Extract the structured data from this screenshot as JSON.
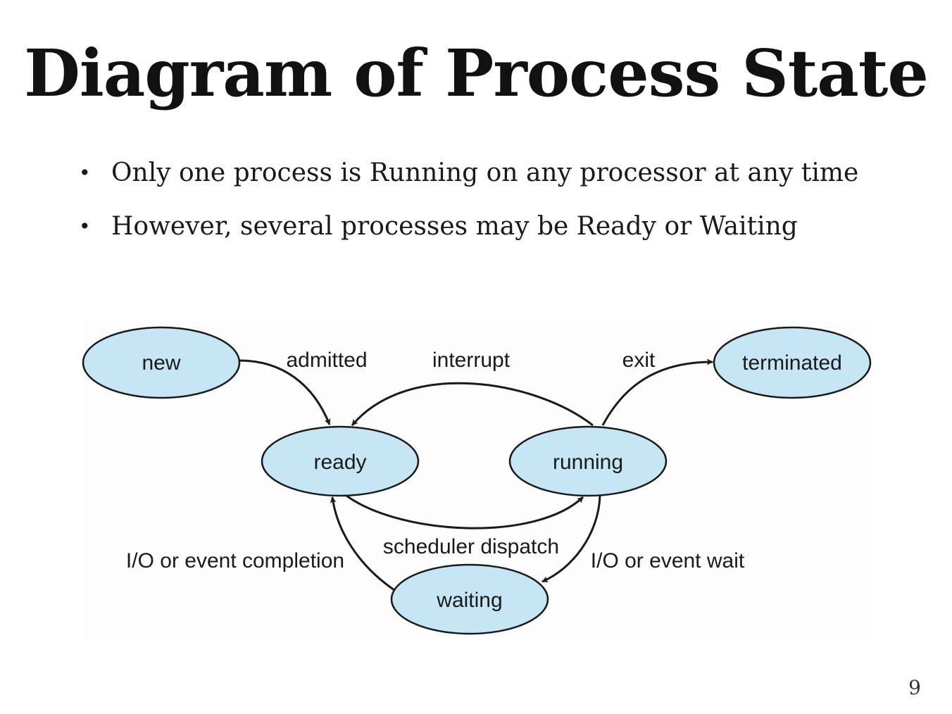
{
  "slide": {
    "title": "Diagram of Process State",
    "bullets": [
      "Only one process is Running on any processor at any time",
      "However, several processes may be Ready or Waiting"
    ],
    "page_number": "9"
  },
  "diagram": {
    "states": {
      "new": "new",
      "ready": "ready",
      "running": "running",
      "waiting": "waiting",
      "terminated": "terminated"
    },
    "transitions": {
      "admitted": "admitted",
      "interrupt": "interrupt",
      "exit": "exit",
      "scheduler_dispatch": "scheduler dispatch",
      "io_event_completion": "I/O or event completion",
      "io_event_wait": "I/O or event wait"
    },
    "colors": {
      "state_fill": "#c6e5f5",
      "stroke": "#1a1a1a"
    }
  }
}
